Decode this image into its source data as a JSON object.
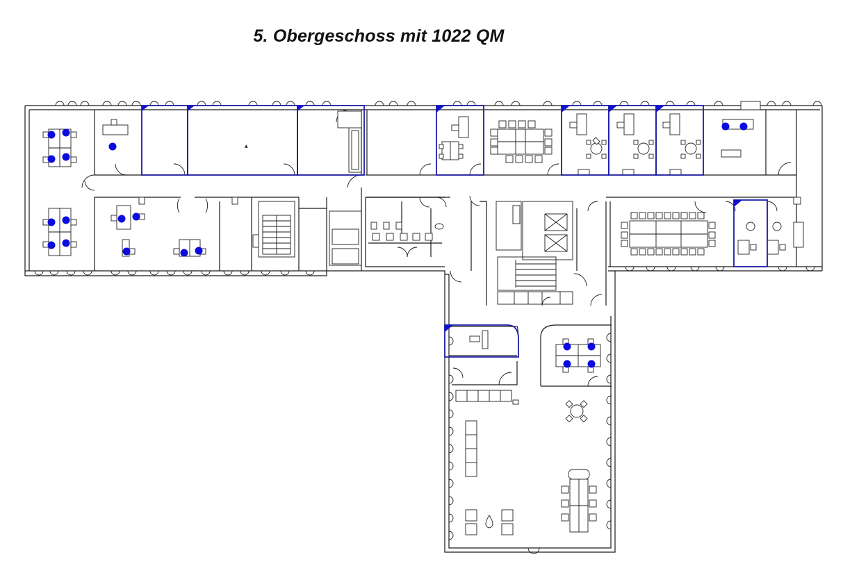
{
  "page": {
    "title": "5. Obergeschoss mit 1022  QM"
  },
  "colors": {
    "walls": "#1a1a1a",
    "highlight_rooms": "#1f1fa8",
    "workplace_markers": "#0b0be0",
    "background": "#ffffff"
  },
  "legend_semantics": {
    "marker": "workplace-dot",
    "highlight": "selected-room-outline"
  }
}
